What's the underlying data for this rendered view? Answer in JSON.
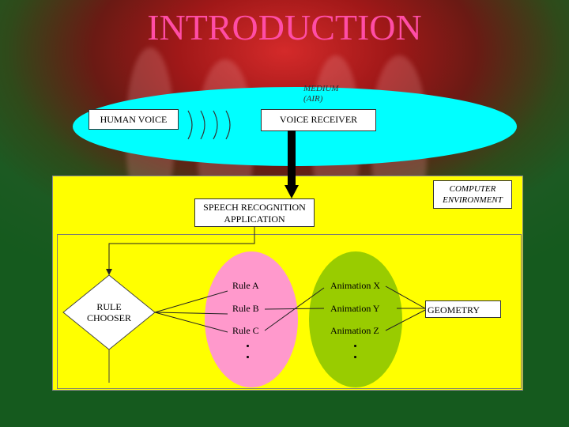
{
  "title": "INTRODUCTION",
  "medium": {
    "line1": "MEDIUM",
    "line2": "(AIR)"
  },
  "human_voice": "HUMAN VOICE",
  "voice_receiver": "VOICE RECEIVER",
  "computer_environment": {
    "line1": "COMPUTER",
    "line2": "ENVIRONMENT"
  },
  "speech_recognition": {
    "line1": "SPEECH RECOGNITION",
    "line2": "APPLICATION"
  },
  "rule_chooser": {
    "line1": "RULE",
    "line2": "CHOOSER"
  },
  "rules": [
    "Rule A",
    "Rule B",
    "Rule C"
  ],
  "animations": [
    "Animation X",
    "Animation Y",
    "Animation Z"
  ],
  "geometry": "GEOMETRY",
  "colors": {
    "title": "#ff4da6",
    "medium": "#00ffff",
    "environment": "#ffff00",
    "rules": "#ff99cc",
    "animations": "#99cc00"
  }
}
